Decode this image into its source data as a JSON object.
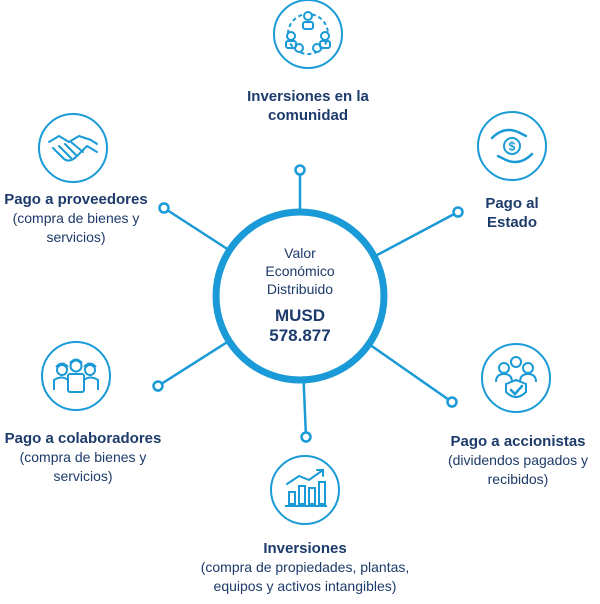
{
  "colors": {
    "accent": "#1a9ad6",
    "text": "#1d3b6b"
  },
  "center": {
    "label_lines": [
      "Valor",
      "Económico",
      "Distribuido"
    ],
    "unit": "MUSD",
    "value": "578.877"
  },
  "nodes": [
    {
      "icon": "community-network-icon",
      "title_lines": [
        "Inversiones en la",
        "comunidad"
      ],
      "sub_lines": []
    },
    {
      "icon": "money-hands-icon",
      "title_lines": [
        "Pago al",
        "Estado"
      ],
      "sub_lines": []
    },
    {
      "icon": "shareholders-check-icon",
      "title_lines": [
        "Pago a accionistas"
      ],
      "sub_lines": [
        "(dividendos pagados y",
        "recibidos)"
      ]
    },
    {
      "icon": "growth-chart-icon",
      "title_lines": [
        "Inversiones"
      ],
      "sub_lines": [
        "(compra de propiedades, plantas,",
        "equipos y activos intangibles)"
      ]
    },
    {
      "icon": "workers-icon",
      "title_lines": [
        "Pago a colaboradores"
      ],
      "sub_lines": [
        "(compra de bienes y",
        "servicios)"
      ]
    },
    {
      "icon": "handshake-icon",
      "title_lines": [
        "Pago a proveedores"
      ],
      "sub_lines": [
        "(compra de bienes y",
        "servicios)"
      ]
    }
  ]
}
